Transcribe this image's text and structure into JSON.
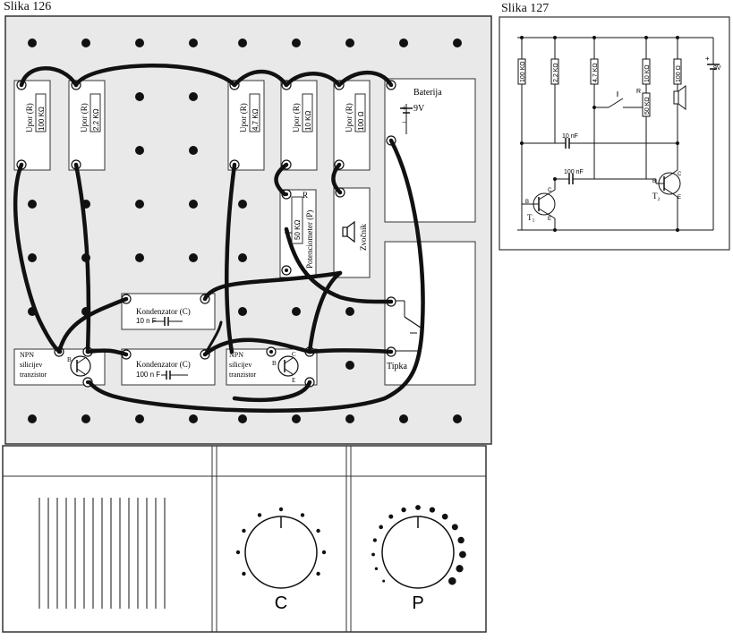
{
  "figure126": {
    "caption": "Slika 126",
    "resistors": [
      {
        "label": "Upor (R)",
        "value": "100 KΩ"
      },
      {
        "label": "Upor (R)",
        "value": "2,2 KΩ"
      },
      {
        "label": "Upor (R)",
        "value": "4,7 KΩ"
      },
      {
        "label": "Upor (R)",
        "value": "10 KΩ"
      },
      {
        "label": "Upor (R)",
        "value": "100 Ω"
      }
    ],
    "battery": {
      "label": "Baterija",
      "voltage": "9V",
      "plus": "+",
      "minus": "−"
    },
    "potentiometer": {
      "label": "Potenciometer (P)",
      "value": "50 KΩ",
      "terminal": "R"
    },
    "speaker": {
      "label": "Zvočnik"
    },
    "capacitors": [
      {
        "label": "Kondenzator (C)",
        "value": "10 n F"
      },
      {
        "label": "Kondenzator (C)",
        "value": "100 n F"
      }
    ],
    "transistors": [
      {
        "label_lines": [
          "NPN",
          "silicijev",
          "tranzistor"
        ]
      },
      {
        "label_lines": [
          "NPN",
          "silicijev",
          "tranzistor"
        ]
      }
    ],
    "pin_letters": {
      "base": "B",
      "collector": "C",
      "emitter": "E"
    },
    "switch": {
      "label": "Tipka"
    },
    "knobs": [
      {
        "letter": "C"
      },
      {
        "letter": "P"
      }
    ]
  },
  "figure127": {
    "caption": "Slika 127",
    "resistor_values": [
      "100 KΩ",
      "2,2 KΩ",
      "4,7 KΩ",
      "10 KΩ",
      "100 Ω"
    ],
    "pot_value": "50 KΩ",
    "pot_terminal": "R",
    "supply": {
      "plus": "+",
      "voltage": "9V"
    },
    "cap_small": "10 nF",
    "cap_large": "100 nF",
    "t1": "T₁",
    "t2": "T₂",
    "pin_letters": {
      "base": "B",
      "collector": "C",
      "emitter": "E"
    }
  }
}
